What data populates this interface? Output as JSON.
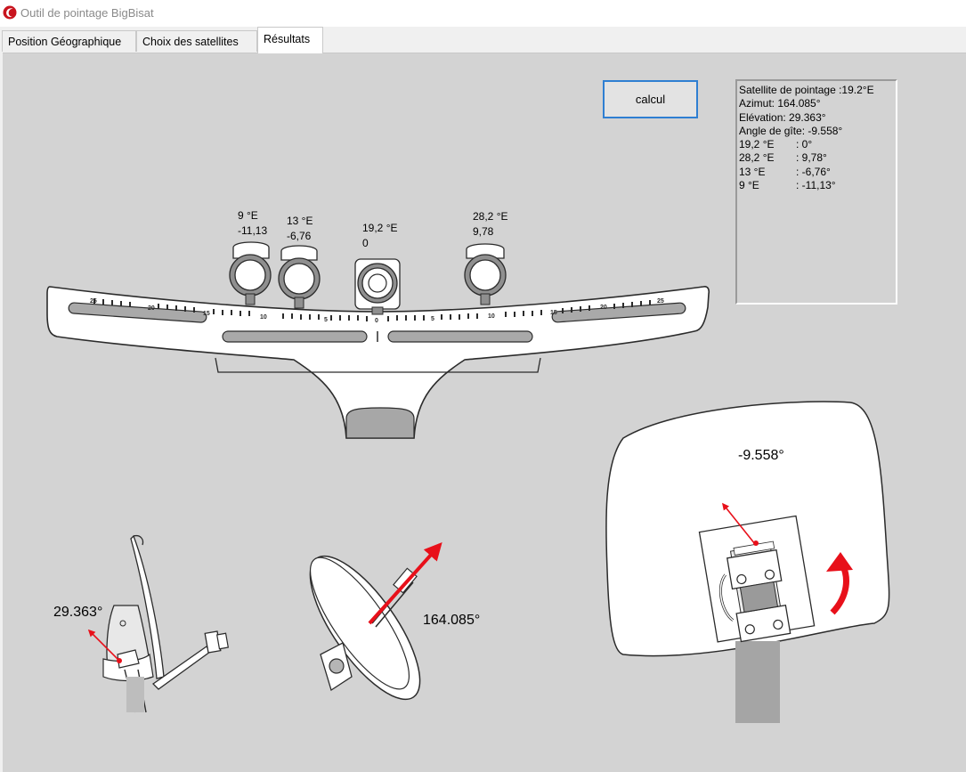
{
  "window": {
    "title": "Outil de pointage BigBisat"
  },
  "tabs": [
    {
      "label": "Position Géographique"
    },
    {
      "label": "Choix des satellites"
    },
    {
      "label": "Résultats"
    }
  ],
  "calc_button": {
    "label": "calcul"
  },
  "results": {
    "header": "Satellite de pointage :19.2°E",
    "azimut": "Azimut: 164.085°",
    "elevation": "Elévation:  29.363°",
    "gite": "Angle de gîte:  -9.558°",
    "rows": [
      {
        "sat": "19,2 °E",
        "val": ": 0°"
      },
      {
        "sat": "28,2 °E",
        "val": ": 9,78°"
      },
      {
        "sat": "13 °E",
        "val": ": -6,76°"
      },
      {
        "sat": "9 °E",
        "val": ": -11,13°"
      }
    ]
  },
  "lnb_labels": [
    {
      "sat": "9 °E",
      "offset": "-11,13"
    },
    {
      "sat": "13 °E",
      "offset": "-6,76"
    },
    {
      "sat": "19,2 °E",
      "offset": "0"
    },
    {
      "sat": "28,2 °E",
      "offset": "9,78"
    }
  ],
  "scale_numbers": [
    "25",
    "20",
    "15",
    "10",
    "5",
    "0",
    "5",
    "10",
    "15",
    "20",
    "25"
  ],
  "elevation_value": "29.363°",
  "azimuth_value": "164.085°",
  "skew_value": "-9.558°",
  "colors": {
    "accent_blue": "#2f7fd2",
    "arrow_red": "#e8101a",
    "panel_gray": "#d3d3d3"
  }
}
